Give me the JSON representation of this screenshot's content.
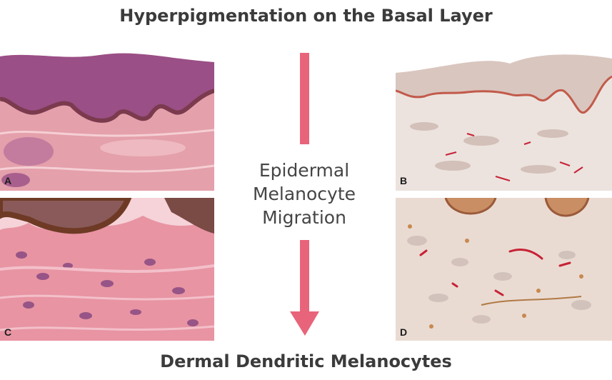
{
  "title_top": "Hyperpigmentation on the Basal Layer",
  "title_bottom": "Dermal Dendritic Melanocytes",
  "center_label": [
    "Epidermal",
    "Melanocyte",
    "Migration"
  ],
  "panels": {
    "a": "A",
    "b": "B",
    "c": "C",
    "d": "D"
  },
  "colors": {
    "arrow": "#e8647a",
    "he_stain_pink": "#e7a2ac",
    "he_stain_purple": "#8a4a82",
    "ihc_background": "#e9ddd6",
    "ihc_red": "#c72236"
  }
}
